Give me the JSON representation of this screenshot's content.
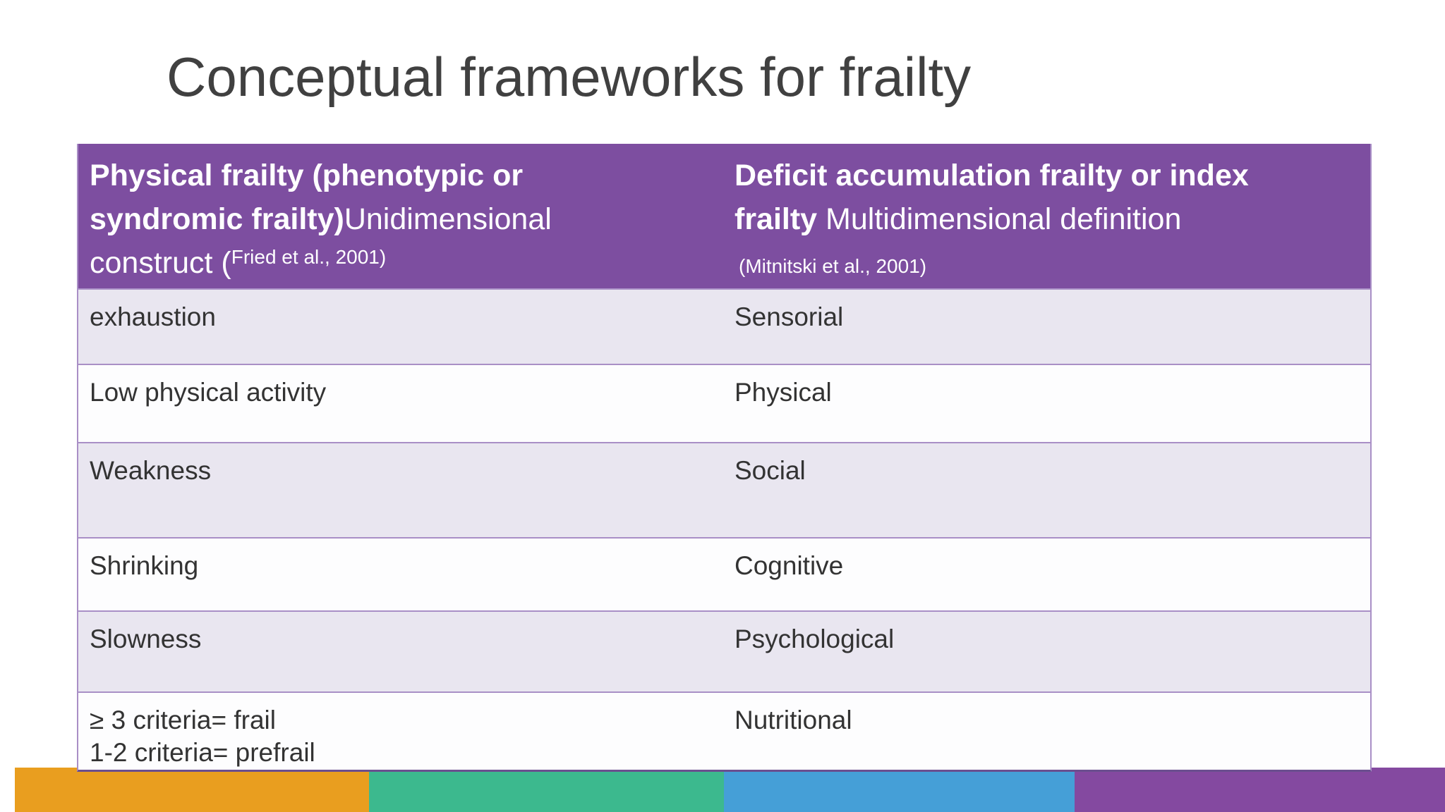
{
  "slide": {
    "title": "Conceptual frameworks for frailty"
  },
  "table": {
    "header": {
      "left": {
        "lines": [
          {
            "bold": "Physical frailty (phenotypic or",
            "regular": "",
            "cite": ""
          },
          {
            "bold": "syndromic frailty)",
            "regular": "Unidimensional",
            "cite": ""
          },
          {
            "bold": "",
            "regular": "construct (",
            "cite": "Fried et al., 2001)"
          }
        ]
      },
      "right": {
        "lines": [
          {
            "bold": "Deficit accumulation frailty or index",
            "regular": "",
            "cite": ""
          },
          {
            "bold": "frailty",
            "regular": " Multidimensional definition",
            "cite": ""
          },
          {
            "bold": "",
            "regular": "",
            "cite": "(Mitnitski et al., 2001)"
          }
        ]
      }
    },
    "rows": [
      {
        "left": "exhaustion",
        "left2": "",
        "right": "Sensorial"
      },
      {
        "left": "Low physical activity",
        "left2": "",
        "right": "Physical"
      },
      {
        "left": "Weakness",
        "left2": "",
        "right": "Social"
      },
      {
        "left": "Shrinking",
        "left2": "",
        "right": "Cognitive"
      },
      {
        "left": "Slowness",
        "left2": "",
        "right": "Psychological"
      },
      {
        "left": "≥ 3 criteria= frail",
        "left2": "1-2 criteria= prefrail",
        "right": "Nutritional"
      }
    ]
  },
  "footer_stripe": {
    "segments": [
      {
        "name": "orange",
        "color": "#E99E1F"
      },
      {
        "name": "teal",
        "color": "#3CB98E"
      },
      {
        "name": "blue",
        "color": "#459FD7"
      },
      {
        "name": "purple",
        "color": "#8449A0"
      }
    ]
  },
  "colors": {
    "header_bg": "#7D4EA0",
    "header_text": "#FFFFFF",
    "row_alt_bg": "#E9E6F0",
    "row_bg": "#FDFDFE",
    "row_border": "#A98FC6",
    "table_bottom_border": "#6B4F8F",
    "title_text": "#404040",
    "body_text": "#333333"
  }
}
